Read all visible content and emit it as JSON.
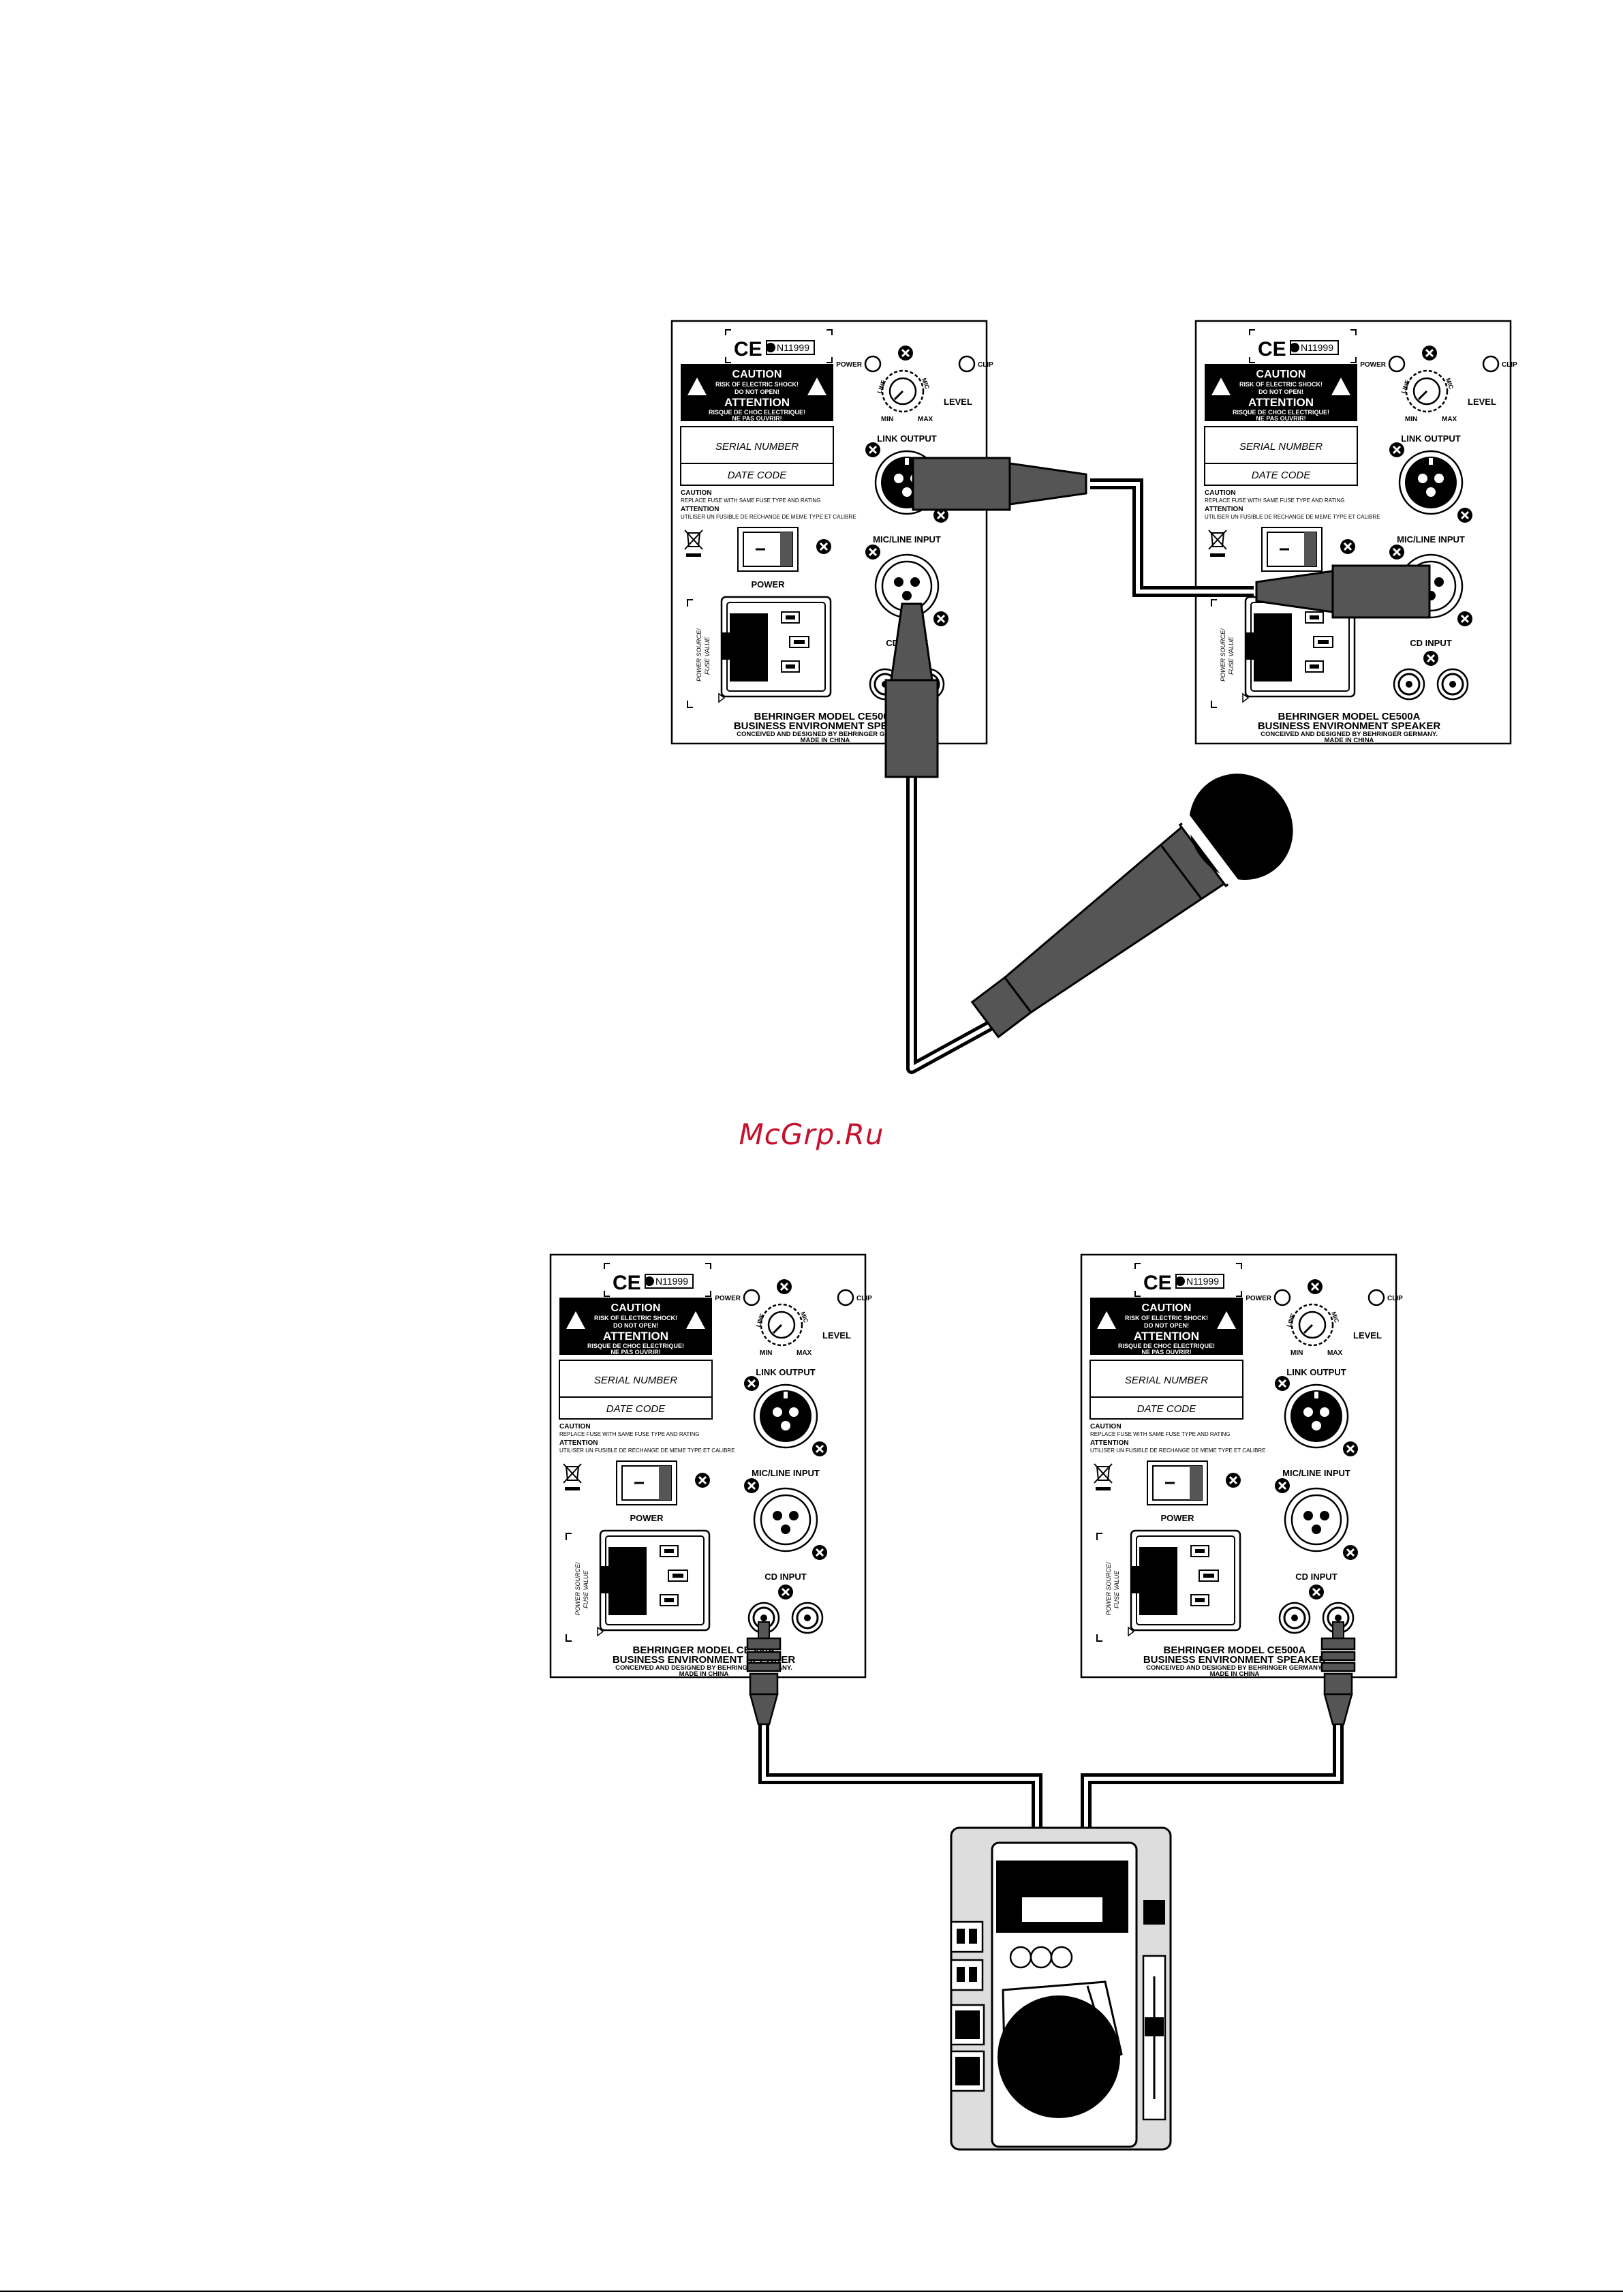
{
  "watermark": "McGrp.Ru",
  "panel": {
    "cert": "N11999",
    "ce": "CE",
    "power_led": "POWER",
    "clip_led": "CLIP",
    "level": "LEVEL",
    "line": "LINE",
    "mic": "MIC",
    "min": "MIN",
    "max": "MAX",
    "caution": "CAUTION",
    "caution_l1": "RISK OF ELECTRIC SHOCK!",
    "caution_l2": "DO NOT OPEN!",
    "attention": "ATTENTION",
    "attention_l1": "RISQUE DE CHOC ELECTRIQUE!",
    "attention_l2": "NE PAS OUVRIR!",
    "serial": "SERIAL NUMBER",
    "date": "DATE CODE",
    "fuse_caution": "CAUTION",
    "fuse_caution_text": "REPLACE FUSE WITH SAME FUSE TYPE AND RATING",
    "fuse_attention": "ATTENTION",
    "fuse_attention_text": "UTILISER UN FUSIBLE DE RECHANGE DE MEME TYPE ET CALIBRE",
    "link_output": "LINK OUTPUT",
    "mic_line_input": "MIC/LINE INPUT",
    "cd_input": "CD INPUT",
    "power": "POWER",
    "power_source": "POWER SOURCE/",
    "fuse_value": "FUSE VALUE",
    "model": "BEHRINGER MODEL CE500A",
    "business": "BUSINESS ENVIRONMENT SPEAKER",
    "conceived": "CONCEIVED AND DESIGNED BY BEHRINGER GERMANY.",
    "made": "MADE IN CHINA"
  }
}
